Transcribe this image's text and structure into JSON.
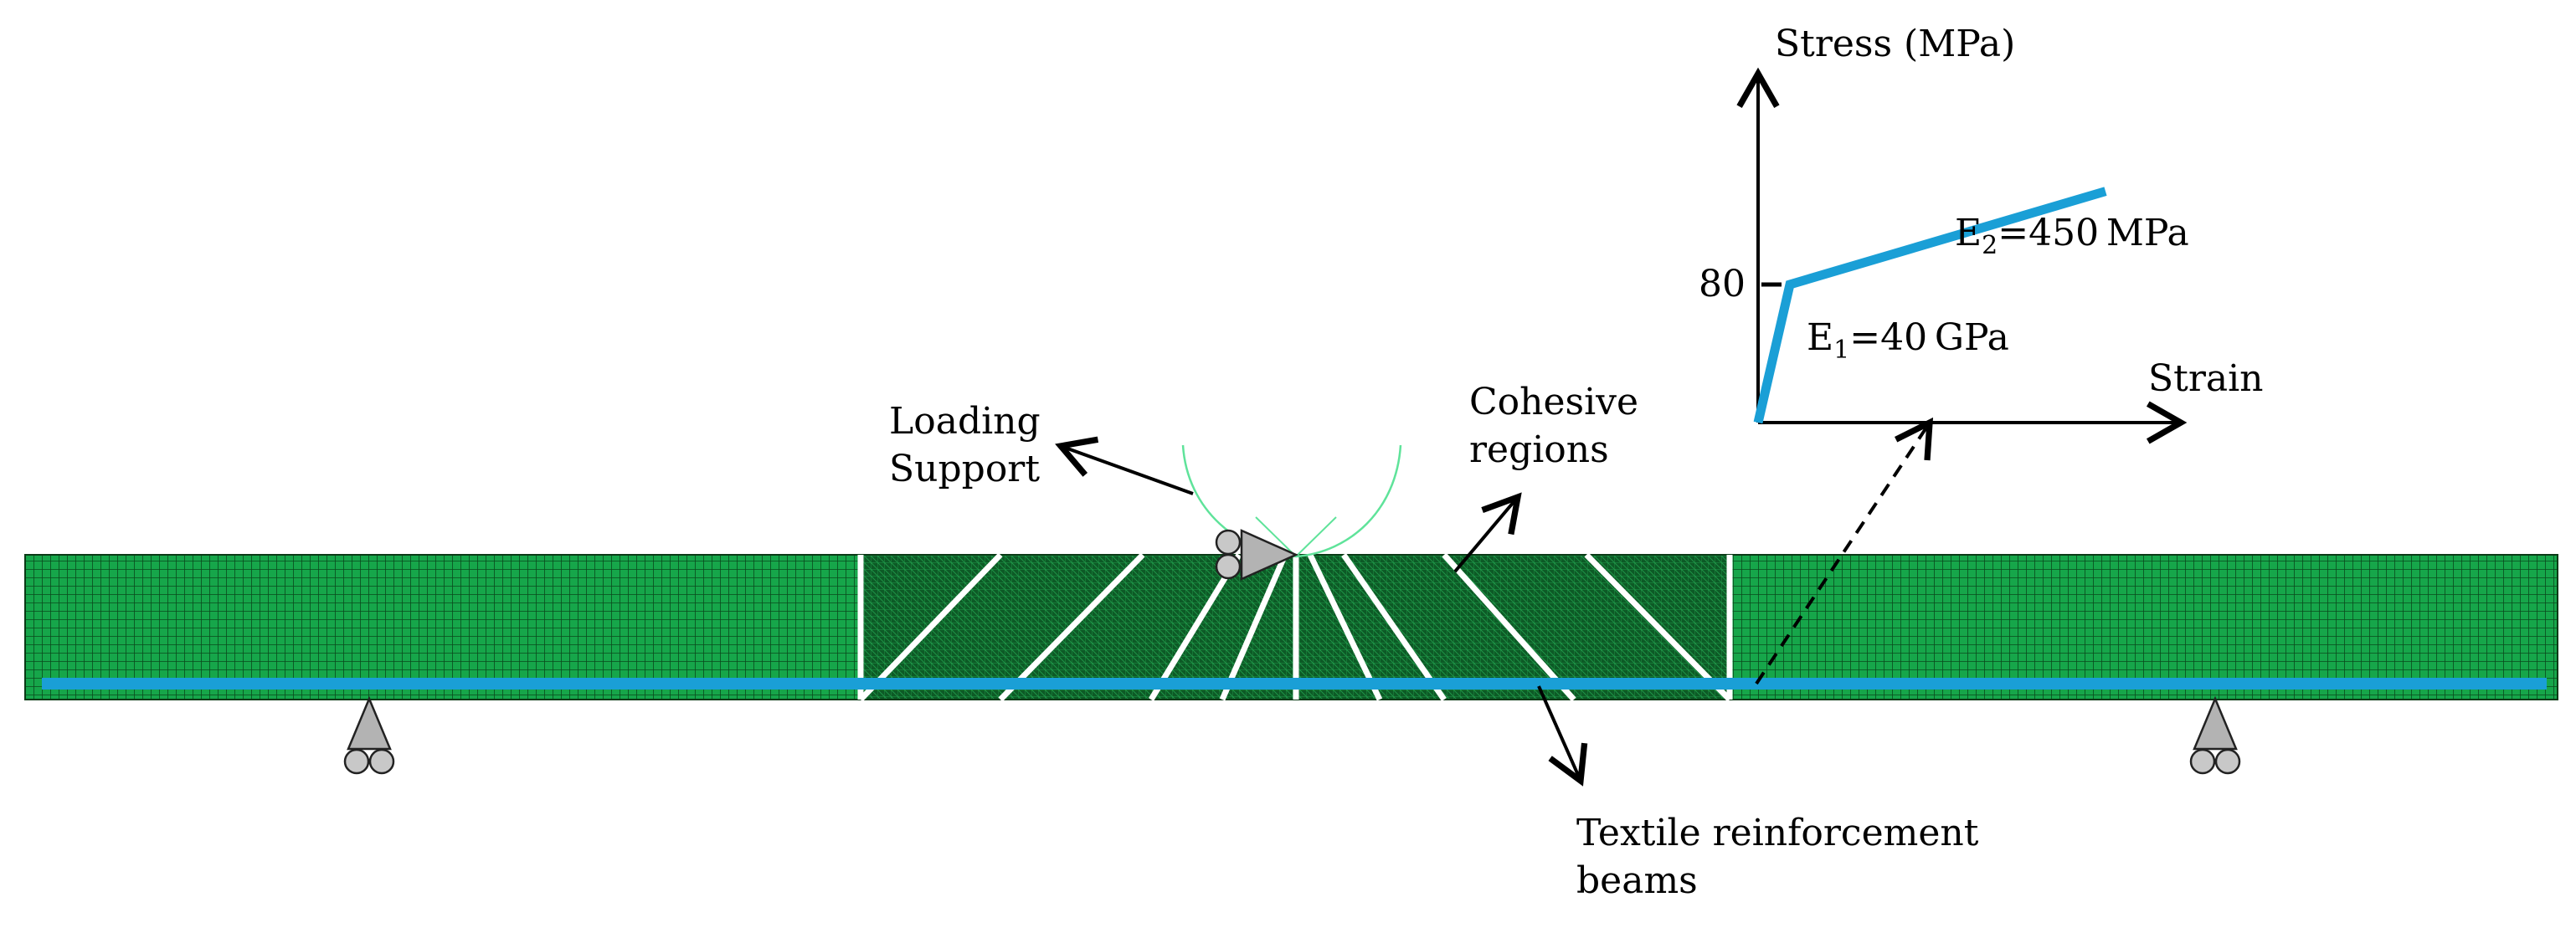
{
  "labels": {
    "loading_support_line1": "Loading",
    "loading_support_line2": "Support",
    "cohesive_line1": "Cohesive",
    "cohesive_line2": "regions",
    "textile_line1": "Textile reinforcement",
    "textile_line2": "beams"
  },
  "inset": {
    "y_axis_label": "Stress (MPa)",
    "x_axis_label": "Strain",
    "y_tick": "80",
    "e1": {
      "symbol": "E",
      "subscript": "1",
      "value": "=40 GPa"
    },
    "e2": {
      "symbol": "E",
      "subscript": "2",
      "value": "=450 MPa"
    }
  },
  "colors": {
    "mesh_green": "#16a64a",
    "mesh_line": "#0a4a1c",
    "dense_mesh": "#0d5a26",
    "reinforcement_blue": "#1a9fd6",
    "cohesive_white": "#ffffff",
    "support_gray": "#b3b3b3",
    "roller_gray": "#c8c8c8",
    "arc_green": "#5fe39a"
  },
  "chart_data": {
    "type": "line",
    "title": "",
    "xlabel": "Strain",
    "ylabel": "Stress (MPa)",
    "series": [
      {
        "x": [
          0,
          0.002,
          0.12
        ],
        "y": [
          0,
          80,
          134
        ]
      }
    ],
    "annotations": [
      "E1=40 GPa",
      "E2=450 MPa"
    ],
    "y_ticks": [
      80
    ]
  }
}
